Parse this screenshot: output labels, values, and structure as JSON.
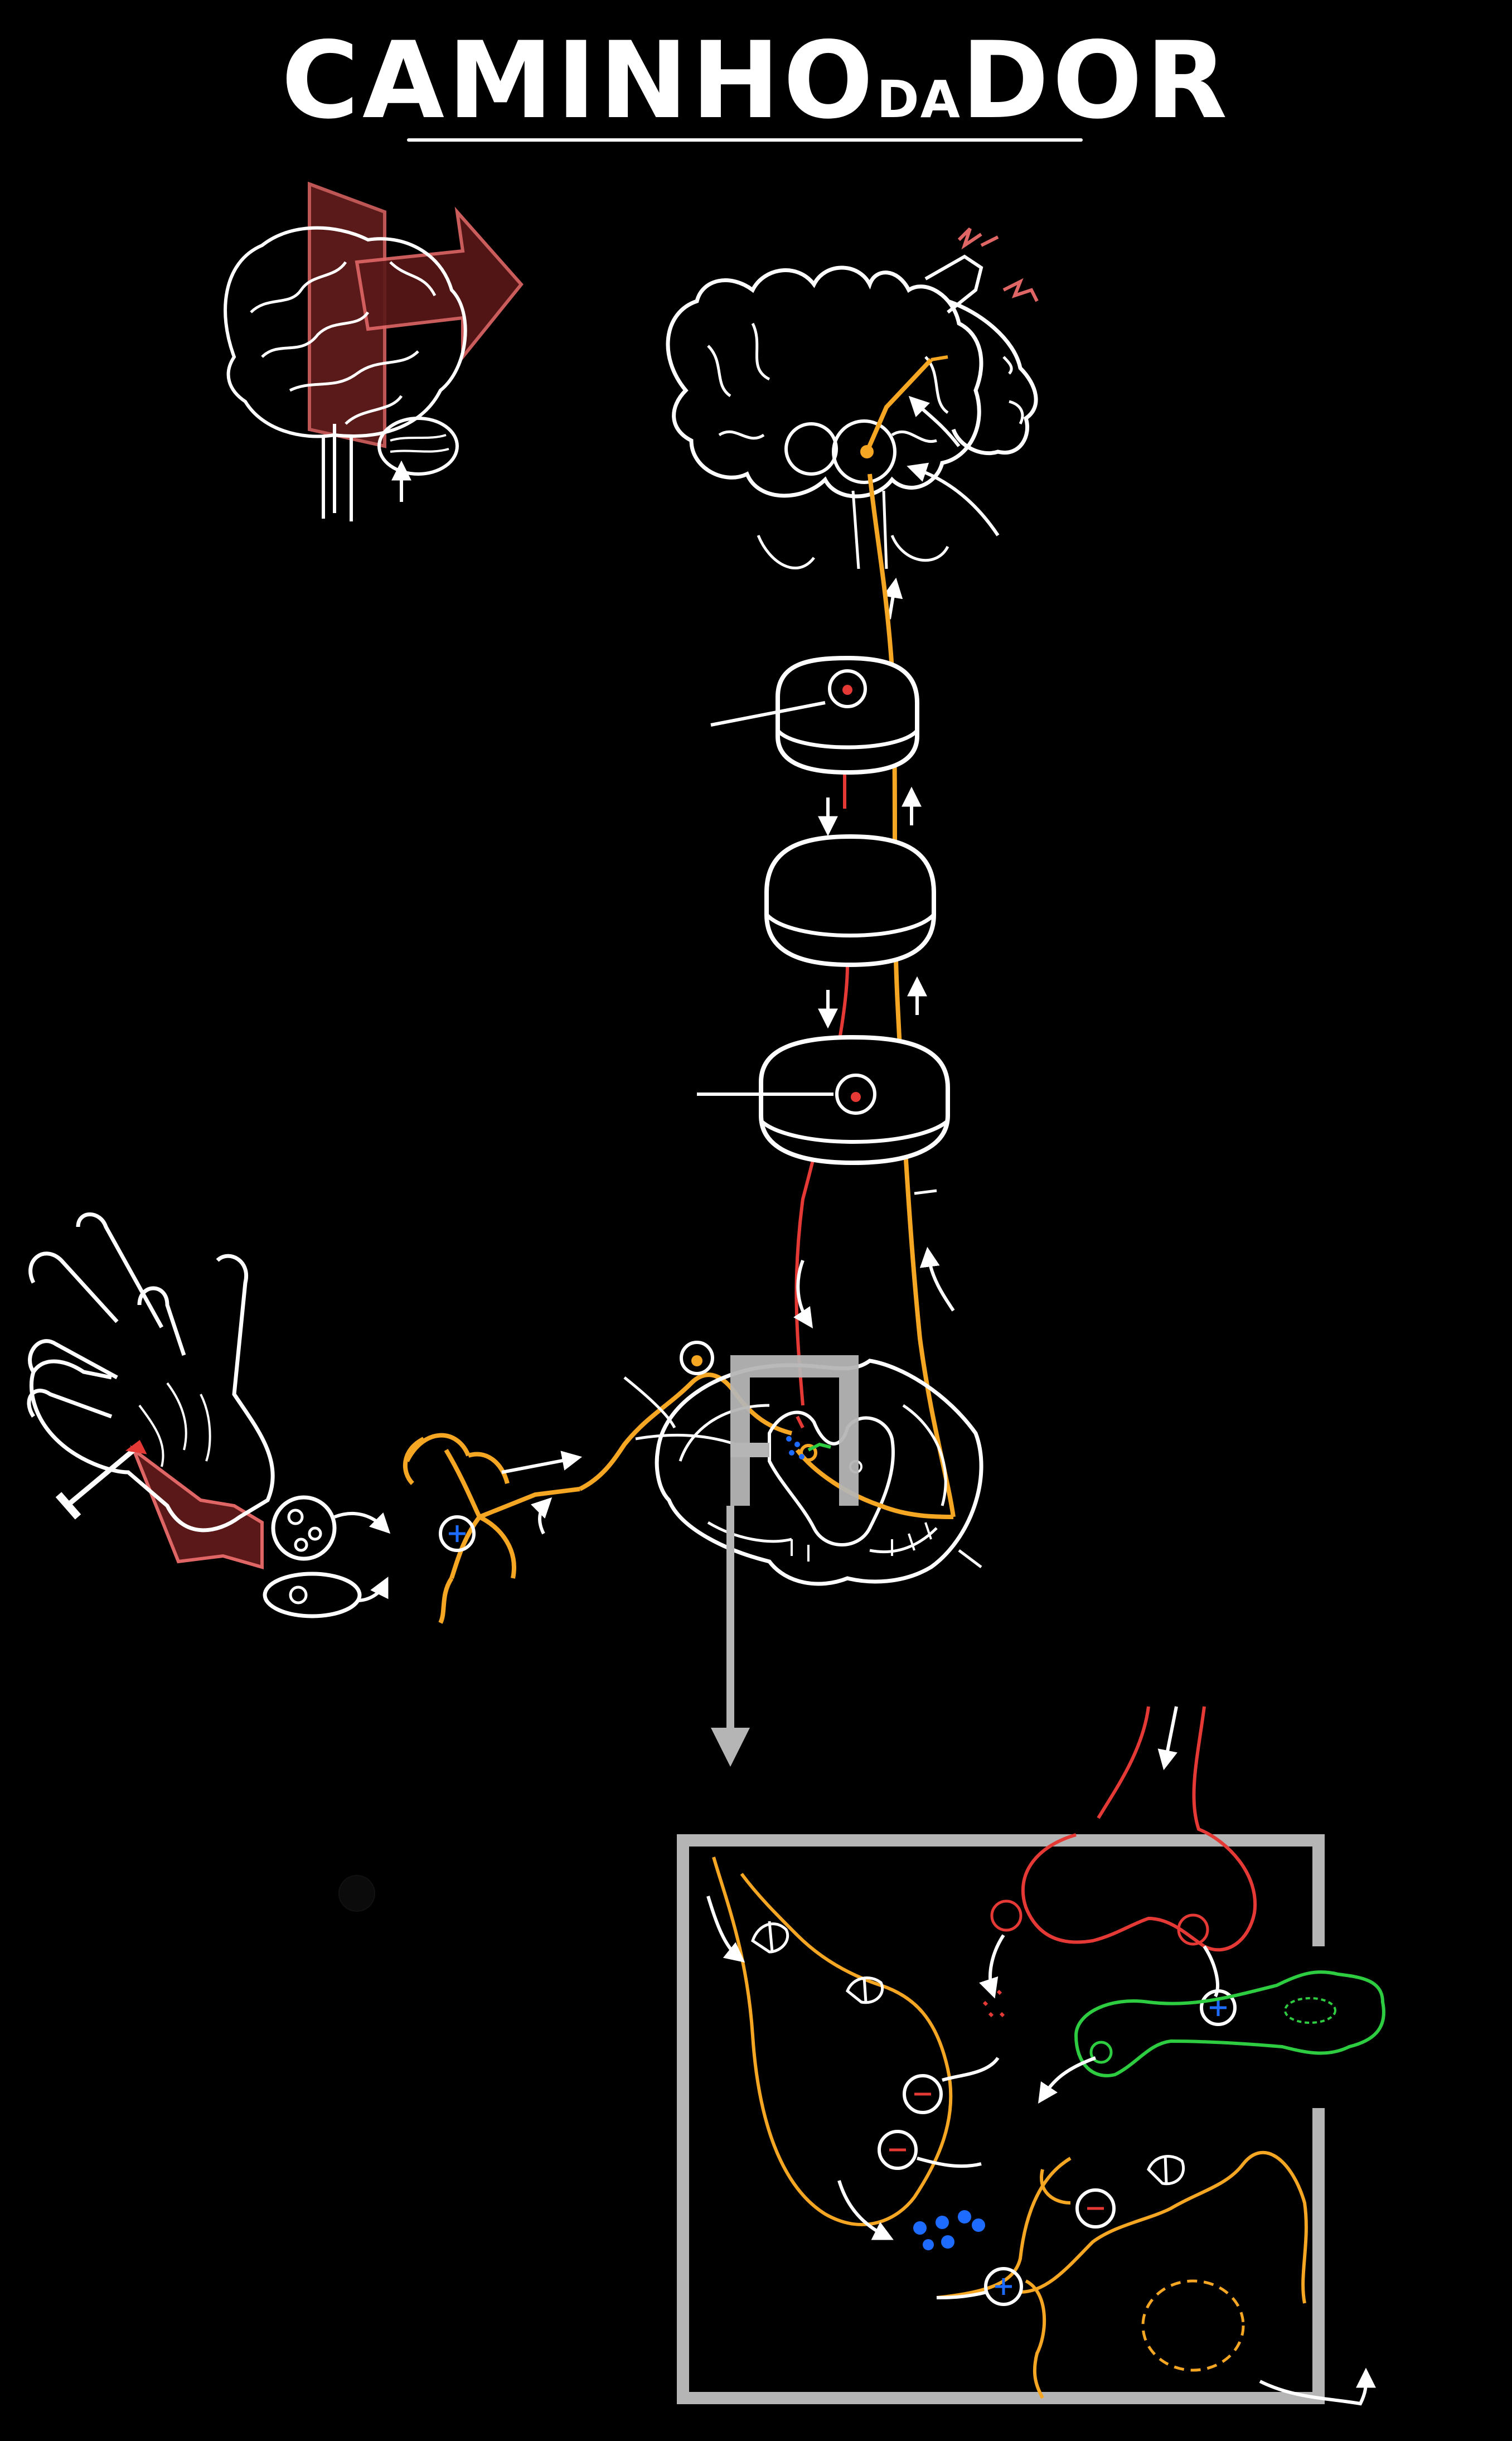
{
  "title": {
    "part1": "CAMINHO",
    "part2": "DA",
    "part3": "DOR"
  },
  "colors": {
    "background": "#000000",
    "line": "#ffffff",
    "ascending_fiber": "#f5a623",
    "descending_fiber": "#e53935",
    "interneuron": "#2ecc40",
    "neurotransmitter": "#1e6bff",
    "highlight_region": "#a93434",
    "zoom_frame": "#b5b5b5"
  },
  "symbols": {
    "plus": "+",
    "minus": "−"
  }
}
